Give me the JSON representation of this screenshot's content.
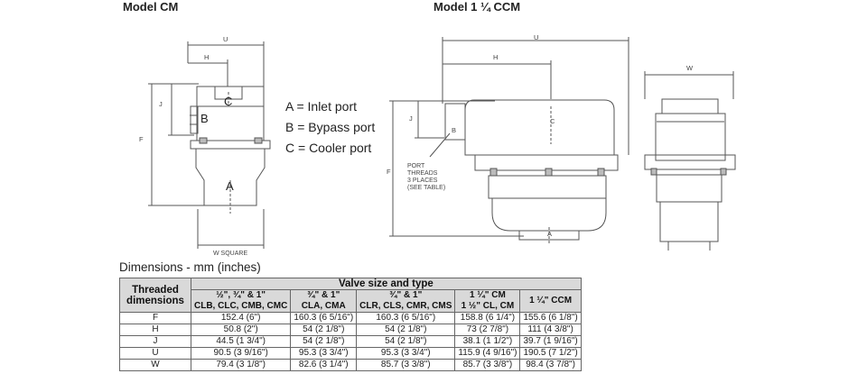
{
  "titles": {
    "model_cm": "Model CM",
    "model_ccm": "Model 1 ¼ CCM"
  },
  "legend": [
    "A = Inlet port",
    "B = Bypass port",
    "C = Cooler port"
  ],
  "drawing_labels": {
    "u": "U",
    "h": "H",
    "j": "J",
    "f": "F",
    "w": "W",
    "a": "A",
    "b": "B",
    "c": "C",
    "w_square": "W SQUARE",
    "port_threads": [
      "PORT",
      "THREADS",
      "3 PLACES",
      "(SEE TABLE)"
    ]
  },
  "caption": "Dimensions - mm (inches)",
  "table": {
    "corner": [
      "Threaded",
      "dimensions"
    ],
    "group_header": "Valve size and type",
    "col_headers": [
      [
        "½\", ¾\" & 1\"",
        "CLB, CLC, CMB, CMC"
      ],
      [
        "¾\" & 1\"",
        "CLA, CMA"
      ],
      [
        "¾\" & 1\"",
        "CLR, CLS, CMR, CMS"
      ],
      [
        "1 ¼\" CM",
        "1 ½\" CL, CM"
      ],
      [
        "1 ¼\" CCM"
      ]
    ],
    "rows": [
      {
        "dim": "F",
        "values": [
          "152.4 (6\")",
          "160.3 (6 5/16\")",
          "160.3 (6 5/16\")",
          "158.8 (6 1/4\")",
          "155.6 (6 1/8\")"
        ]
      },
      {
        "dim": "H",
        "values": [
          "50.8 (2\")",
          "54 (2 1/8\")",
          "54 (2 1/8\")",
          "73 (2 7/8\")",
          "111 (4 3/8\")"
        ]
      },
      {
        "dim": "J",
        "values": [
          "44.5 (1 3/4\")",
          "54 (2 1/8\")",
          "54 (2 1/8\")",
          "38.1 (1 1/2\")",
          "39.7 (1 9/16\")"
        ]
      },
      {
        "dim": "U",
        "values": [
          "90.5 (3 9/16\")",
          "95.3 (3 3/4\")",
          "95.3 (3 3/4\")",
          "115.9 (4 9/16\")",
          "190.5 (7 1/2\")"
        ]
      },
      {
        "dim": "W",
        "values": [
          "79.4 (3 1/8\")",
          "82.6 (3 1/4\")",
          "85.7 (3 3/8\")",
          "85.7 (3 3/8\")",
          "98.4 (3 7/8\")"
        ]
      }
    ]
  }
}
